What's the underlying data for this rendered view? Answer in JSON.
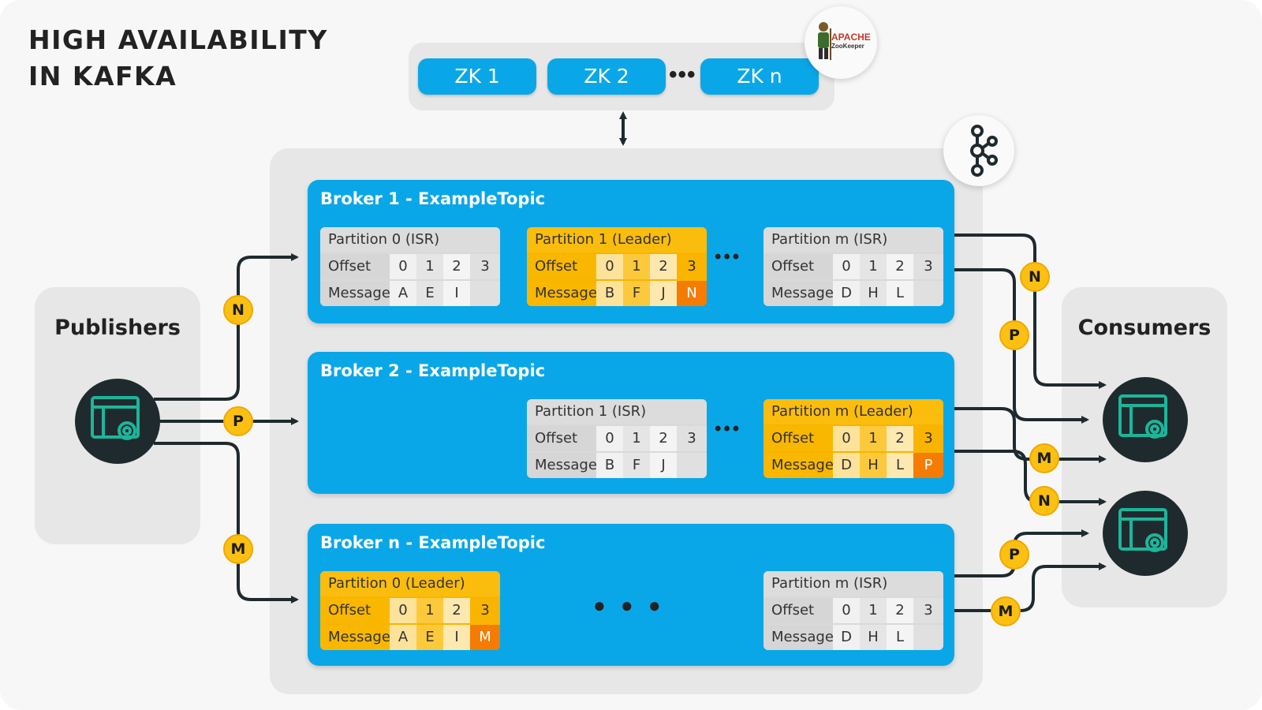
{
  "title": {
    "line1": "HIGH AVAILABILITY",
    "line2": "IN KAFKA"
  },
  "zookeeper": {
    "nodes": [
      "ZK 1",
      "ZK 2",
      "ZK n"
    ],
    "ellipsis": "•••",
    "logo": {
      "line1": "APACHE",
      "line2": "ZooKeeper"
    }
  },
  "groups": {
    "publishers": "Publishers",
    "consumers": "Consumers"
  },
  "labels": {
    "offset": "Offset",
    "message": "Message"
  },
  "brokers": [
    {
      "title": "Broker 1 - ExampleTopic",
      "partitions": [
        {
          "header": "Partition 0 (ISR)",
          "role": "isr",
          "offsets": [
            "0",
            "1",
            "2",
            "3"
          ],
          "messages": [
            "A",
            "E",
            "I",
            ""
          ]
        },
        {
          "header": "Partition 1 (Leader)",
          "role": "leader",
          "offsets": [
            "0",
            "1",
            "2",
            "3"
          ],
          "messages": [
            "B",
            "F",
            "J",
            "N"
          ]
        },
        {
          "header": "Partition m (ISR)",
          "role": "isr",
          "offsets": [
            "0",
            "1",
            "2",
            "3"
          ],
          "messages": [
            "D",
            "H",
            "L",
            ""
          ]
        }
      ]
    },
    {
      "title": "Broker 2 - ExampleTopic",
      "partitions": [
        {
          "header": "Partition 1 (ISR)",
          "role": "isr",
          "offsets": [
            "0",
            "1",
            "2",
            "3"
          ],
          "messages": [
            "B",
            "F",
            "J",
            ""
          ]
        },
        {
          "header": "Partition m (Leader)",
          "role": "leader",
          "offsets": [
            "0",
            "1",
            "2",
            "3"
          ],
          "messages": [
            "D",
            "H",
            "L",
            "P"
          ]
        }
      ]
    },
    {
      "title": "Broker n - ExampleTopic",
      "partitions": [
        {
          "header": "Partition 0 (Leader)",
          "role": "leader",
          "offsets": [
            "0",
            "1",
            "2",
            "3"
          ],
          "messages": [
            "A",
            "E",
            "I",
            "M"
          ]
        },
        {
          "header": "Partition m (ISR)",
          "role": "isr",
          "offsets": [
            "0",
            "1",
            "2",
            "3"
          ],
          "messages": [
            "D",
            "H",
            "L",
            ""
          ]
        }
      ]
    }
  ],
  "ellipsis_small": "•••",
  "ellipsis_large": "● ● ●",
  "publisher_badges": [
    "N",
    "P",
    "M"
  ],
  "consumer_badges": [
    "N",
    "P",
    "M",
    "N",
    "P",
    "M"
  ],
  "colors": {
    "broker": "#0aa7e8",
    "leader": "#f7b500",
    "leader_new": "#f57c00",
    "isr": "#d9d9d9",
    "badge": "#fcc013",
    "dark": "#1f2a2e"
  }
}
